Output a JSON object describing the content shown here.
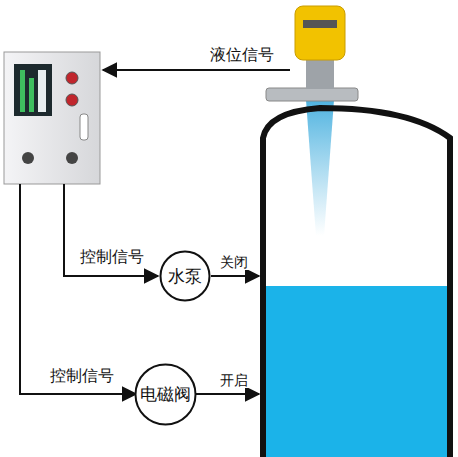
{
  "diagram": {
    "nodes": [
      {
        "text": [
          "水泵"
        ]
      },
      {
        "text": [
          "电磁阀"
        ]
      }
    ],
    "labels": [
      "液位信号",
      "控制信号",
      "关闭",
      "控制信号",
      "开启"
    ]
  }
}
